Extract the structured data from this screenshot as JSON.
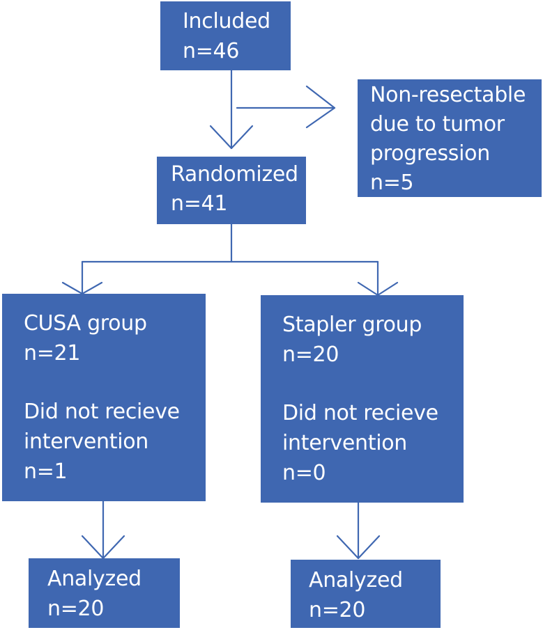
{
  "included": {
    "label": "Included",
    "count": "n=46"
  },
  "excluded": {
    "lines": [
      "Non-resectable",
      "due to tumor",
      "progression"
    ],
    "count": "n=5"
  },
  "randomized": {
    "label": "Randomized",
    "count": "n=41"
  },
  "cusa": {
    "label": "CUSA group",
    "count": "n=21",
    "note_lines": [
      "Did not recieve",
      "intervention"
    ],
    "note_count": "n=1"
  },
  "stapler": {
    "label": "Stapler group",
    "count": "n=20",
    "note_lines": [
      "Did not recieve",
      "intervention"
    ],
    "note_count": "n=0"
  },
  "cusa_analyzed": {
    "label": "Analyzed",
    "count": "n=20"
  },
  "stapler_analyzed": {
    "label": "Analyzed",
    "count": "n=20"
  },
  "colors": {
    "box_fill": "#3f67b1",
    "connector": "#3f67b1",
    "text": "#ffffff"
  }
}
